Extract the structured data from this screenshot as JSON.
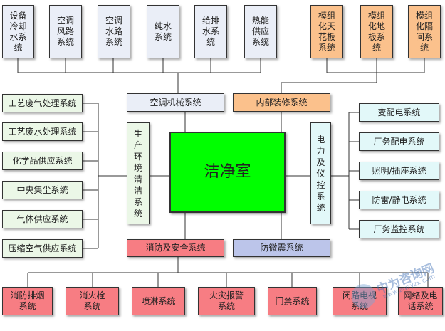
{
  "top_left": [
    {
      "label": "设备\n冷却\n水系\n统"
    },
    {
      "label": "空调\n风路\n系统"
    },
    {
      "label": "空调\n水路\n系统"
    },
    {
      "label": "纯水\n系统"
    },
    {
      "label": "给排\n水系\n统"
    },
    {
      "label": "热能\n供应\n系统"
    }
  ],
  "top_right": [
    {
      "label": "模组\n化天\n花板\n系统"
    },
    {
      "label": "模组\n化地\n板系\n统"
    },
    {
      "label": "模组\n化隔\n间系\n统"
    }
  ],
  "hvac": "空调机械系统",
  "interior": "内部装修系统",
  "left_column": [
    "工艺废气处理系统",
    "工艺废水处理系统",
    "化学品供应系统",
    "中央集尘系统",
    "气体供应系统",
    "压缩空气供应系统"
  ],
  "cleaning": "生\n产\n环\n境\n清\n洁\n系\n统",
  "core": "洁净室",
  "electrical": "电\n力\n及\n仪\n控\n系\n统",
  "right_column": [
    "变配电系统",
    "厂务配电系统",
    "照明/插座系统",
    "防雷/静电系统",
    "厂务监控系统"
  ],
  "fire_safety": "消防及安全系统",
  "micro_vibration": "防微震系统",
  "bottom": [
    "消防排烟\n系统",
    "消火栓\n系统",
    "喷淋系统",
    "火灾报警\n系统",
    "门禁系统",
    "闭路电视\n系统",
    "网络及电\n话系统"
  ],
  "watermark": {
    "text": "中为咨询网",
    "url": "www.zwzyzx.com"
  },
  "colors": {
    "blue": "#eaeef7",
    "orange": "#fbc18c",
    "green_box": "#ebf7e7",
    "cyan": "#e2f8f9",
    "red": "#f77d83",
    "lavender": "#bcc5ea",
    "core": "#00ff00"
  }
}
